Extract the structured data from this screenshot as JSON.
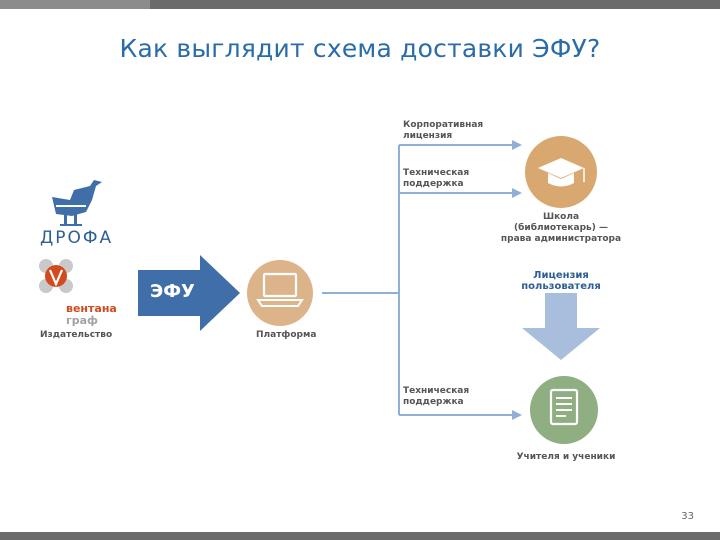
{
  "title": "Как выглядит схема доставки ЭФУ?",
  "slide_number": "33",
  "colors": {
    "title": "#2a6ca8",
    "arrow_blue": "#3f6ea8",
    "platform_circle": "#ddb48a",
    "school_circle": "#d9a870",
    "teacher_circle": "#8fae82",
    "down_arrow": "#a9bedd",
    "line": "#8fb0d5"
  },
  "publishers": {
    "drofa": "ДРОФА",
    "ventana_line1": "вентана",
    "ventana_line2": "граф",
    "caption": "Издательство"
  },
  "efu_label": "ЭФУ",
  "platform": {
    "caption": "Платформа",
    "icon": "laptop-icon"
  },
  "branches": {
    "corporate_license": "Корпоративная лицензия",
    "tech_support_top": "Техническая поддержка",
    "tech_support_bottom": "Техническая поддержка"
  },
  "school": {
    "icon": "graduation-cap-icon",
    "line1": "Школа",
    "line2": "(библиотекарь) —",
    "line3": "права администратора"
  },
  "user_license": {
    "line1": "Лицензия",
    "line2": "пользователя"
  },
  "teachers": {
    "icon": "document-icon",
    "caption": "Учителя и ученики"
  }
}
